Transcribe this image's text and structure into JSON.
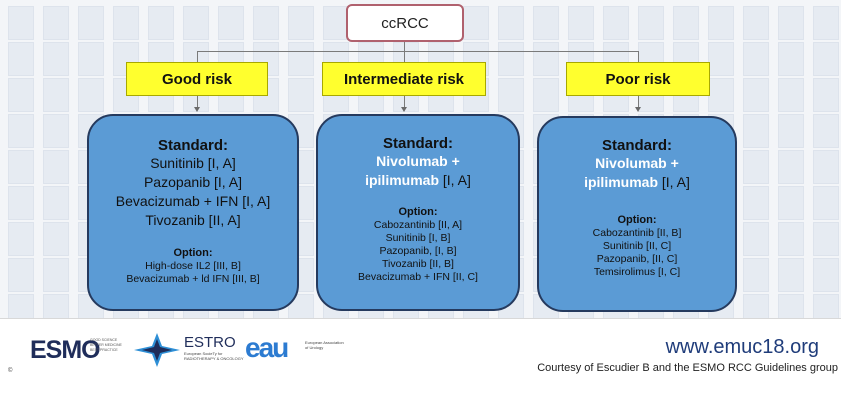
{
  "root": {
    "label": "ccRCC"
  },
  "risk_groups": [
    {
      "label": "Good risk",
      "standard_header": "Standard:",
      "standard_lines": [
        {
          "text": "Sunitinib [I, A]"
        },
        {
          "text": "Pazopanib [I, A]"
        },
        {
          "text": "Bevacizumab + IFN [I, A]"
        },
        {
          "text": "Tivozanib [II, A]"
        }
      ],
      "option_header": "Option:",
      "option_lines": [
        "High-dose IL2 [III, B]",
        "Bevacizumab + ld IFN [III, B]"
      ]
    },
    {
      "label": "Intermediate risk",
      "standard_header": "Standard:",
      "standard_lines": [
        {
          "text": "Nivolumab +",
          "hl": true
        },
        {
          "text": "ipilimumab",
          "hl": true,
          "suffix": " [I, A]"
        }
      ],
      "option_header": "Option:",
      "option_lines": [
        "Cabozantinib [II, A]",
        "Sunitinib [I, B]",
        "Pazopanib, [I, B]",
        "Tivozanib [II, B]",
        "Bevacizumab + IFN [II, C]"
      ]
    },
    {
      "label": "Poor risk",
      "standard_header": "Standard:",
      "standard_lines": [
        {
          "text": "Nivolumab +",
          "hl": true
        },
        {
          "text": "ipilimumab",
          "hl": true,
          "suffix": " [I, A]"
        }
      ],
      "option_header": "Option:",
      "option_lines": [
        "Cabozantinib [II, B]",
        "Sunitinib [II, C]",
        "Pazopanib, [II, C]",
        "Temsirolimus [I, C]"
      ]
    }
  ],
  "footer": {
    "esmo_logo": "ESMO",
    "esmo_tagline": "GOOD SCIENCE BETTER MEDICINE BEST PRACTICE",
    "estro_logo": "ESTRO",
    "estro_tagline": "European SocieTy for RADIOTHERAPY & ONCOLOGY",
    "eau_logo": "eau",
    "eau_tagline": "European Association of Urology",
    "copyright": "©",
    "url": "www.emuc18.org",
    "courtesy": "Courtesy of Escudier B and the ESMO RCC Guidelines group"
  },
  "colors": {
    "risk_fill": "#ffff2e",
    "box_fill": "#5b9bd5",
    "box_border": "#253a5e",
    "root_border": "#b0616e",
    "highlight_text": "#ffffff",
    "url_text": "#1f3c7a"
  }
}
